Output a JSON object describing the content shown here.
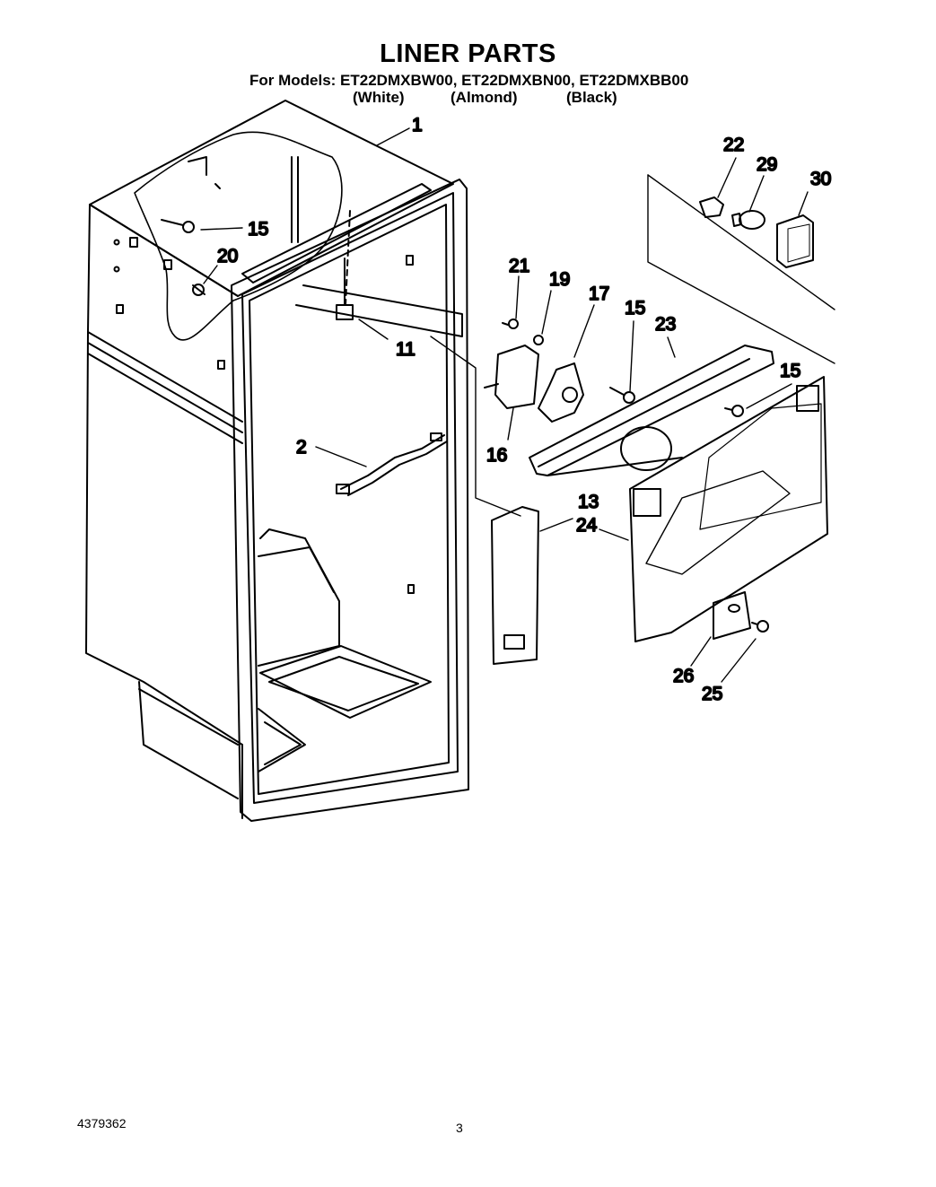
{
  "header": {
    "title": "LINER PARTS",
    "models_line": "For Models: ET22DMXBW00, ET22DMXBN00, ET22DMXBB00",
    "colors": [
      "(White)",
      "(Almond)",
      "(Black)"
    ]
  },
  "callouts": {
    "c1": "1",
    "c15a": "15",
    "c20": "20",
    "c11": "11",
    "c2": "2",
    "c22": "22",
    "c29": "29",
    "c30": "30",
    "c21": "21",
    "c19": "19",
    "c17": "17",
    "c15b": "15",
    "c23": "23",
    "c15c": "15",
    "c16": "16",
    "c13": "13",
    "c24": "24",
    "c26": "26",
    "c25": "25"
  },
  "footer": {
    "doc_number": "4379362",
    "page_number": "3"
  }
}
